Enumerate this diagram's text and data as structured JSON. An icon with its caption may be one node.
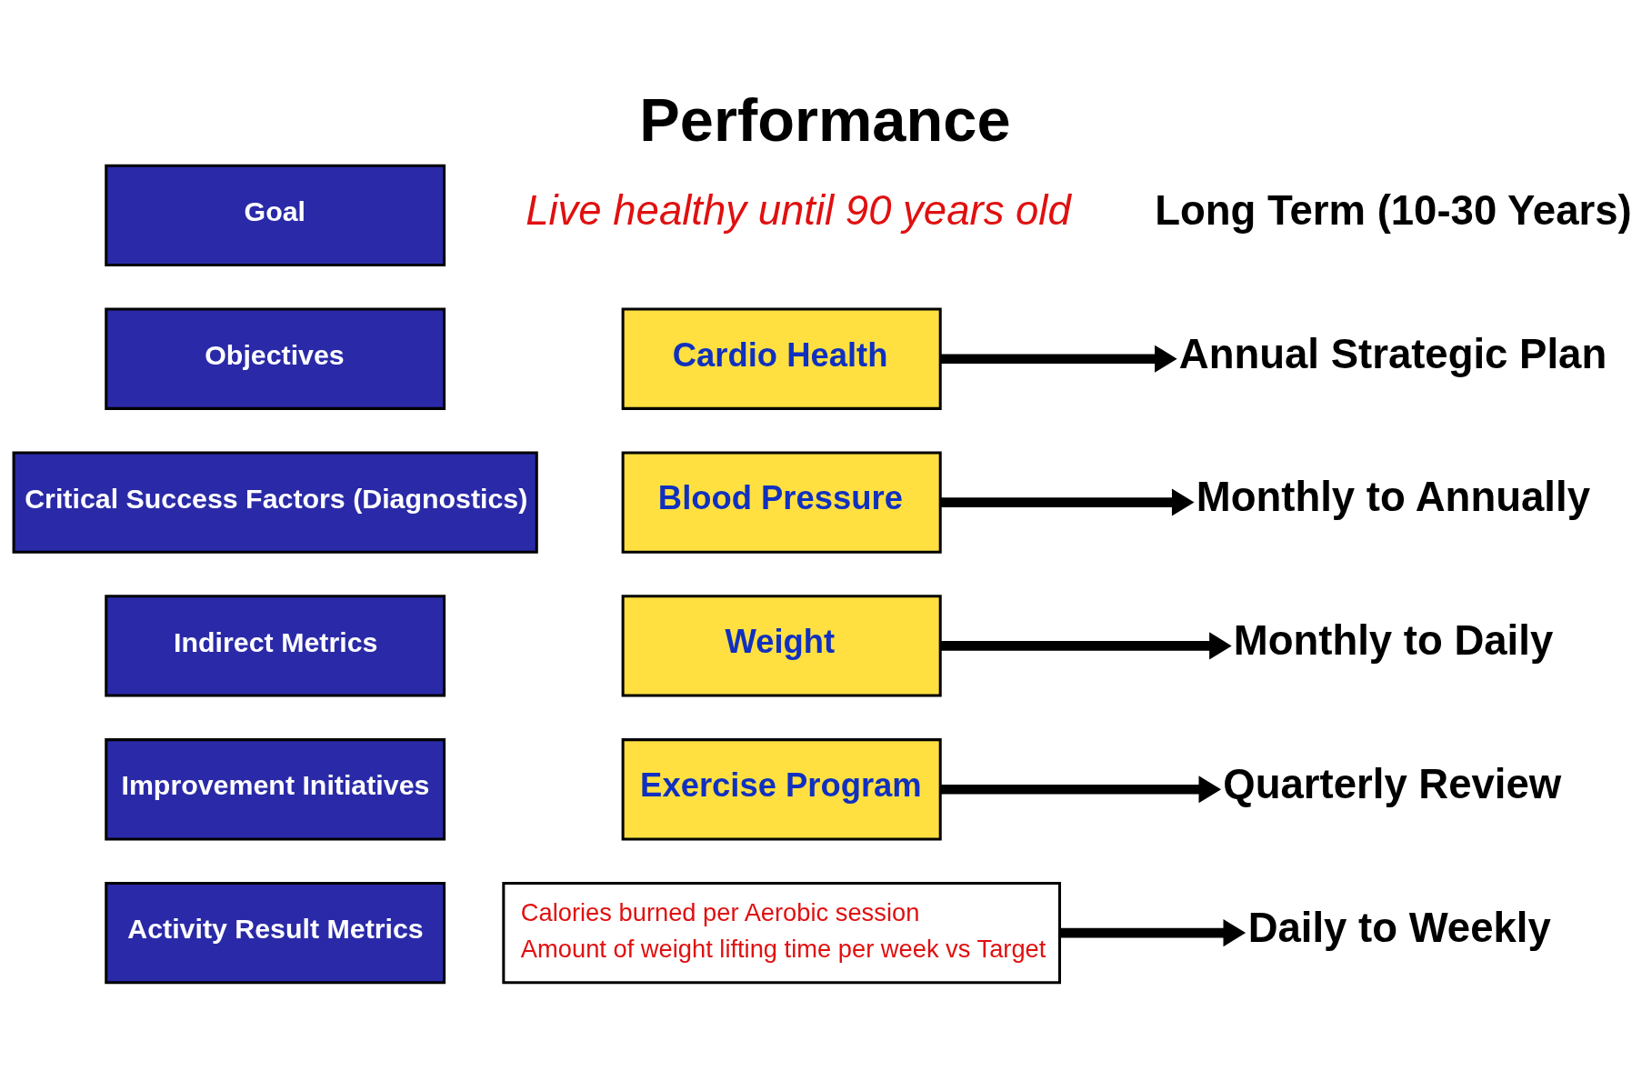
{
  "diagram": {
    "title": "Performance",
    "nodes": [
      {
        "text": [
          "Goal"
        ]
      },
      {
        "text": [
          "Objectives"
        ]
      },
      {
        "text": [
          "Critical Success Factors (Diagnostics)"
        ]
      },
      {
        "text": [
          "Indirect Metrics"
        ]
      },
      {
        "text": [
          "Improvement Initiatives"
        ]
      },
      {
        "text": [
          "Activity Result Metrics"
        ]
      },
      {
        "text": [
          "Cardio Health"
        ]
      },
      {
        "text": [
          "Blood Pressure"
        ]
      },
      {
        "text": [
          "Weight"
        ]
      },
      {
        "text": [
          "Exercise Program"
        ]
      },
      {
        "text": [
          "Calories burned per Aerobic session",
          "Amount of weight lifting time per week vs Target"
        ]
      },
      {
        "text": [
          "Annual Strategic Plan"
        ]
      },
      {
        "text": [
          "Monthly to Annually"
        ]
      },
      {
        "text": [
          "Monthly to Daily"
        ]
      },
      {
        "text": [
          "Quarterly Review"
        ]
      },
      {
        "text": [
          "Daily to Weekly"
        ]
      }
    ],
    "edges": [
      {
        "from": 6,
        "to": 11,
        "arrow": "to"
      },
      {
        "from": 7,
        "to": 12,
        "arrow": "to"
      },
      {
        "from": 8,
        "to": 13,
        "arrow": "to"
      },
      {
        "from": 9,
        "to": 14,
        "arrow": "to"
      },
      {
        "from": 10,
        "to": 15,
        "arrow": "to"
      }
    ],
    "labels": [
      "Live healthy until 90 years old",
      "Long Term (10-30 Years)"
    ]
  }
}
